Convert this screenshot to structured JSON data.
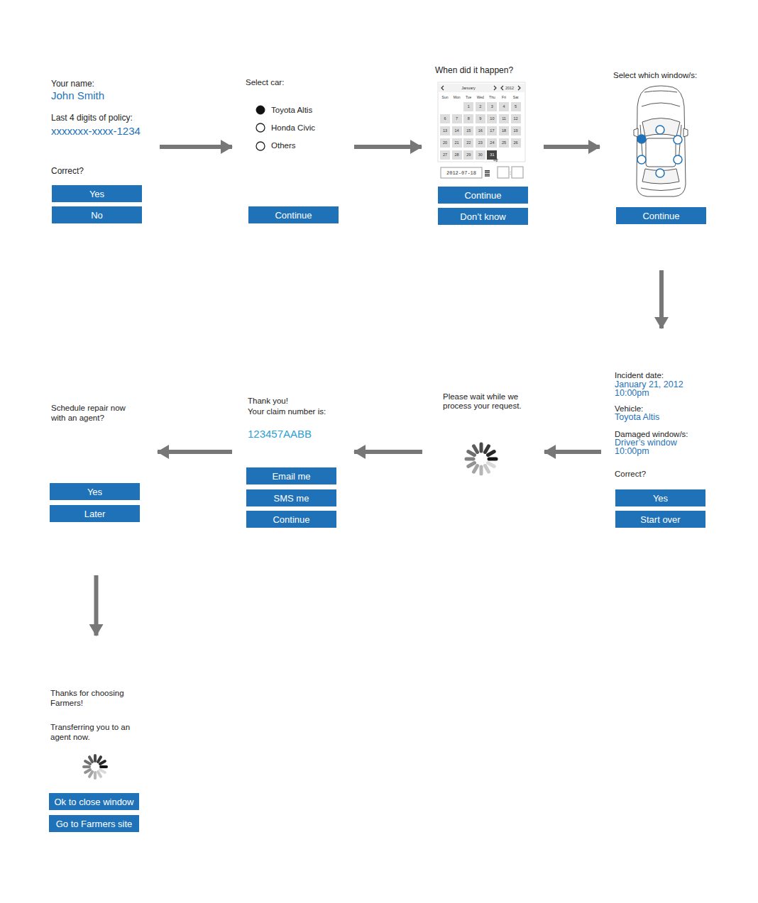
{
  "diagram": {
    "nodes": [
      {
        "text": [
          "Your name:",
          "John Smith",
          "Last 4 digits of policy:",
          "xxxxxxx-xxxx-1234",
          "Correct?"
        ]
      },
      {
        "text": [
          "Yes"
        ],
        "in": 0
      },
      {
        "text": [
          "No"
        ],
        "in": 0
      },
      {
        "text": [
          "Select car:",
          "Toyota Altis",
          "Honda Civic",
          "Others"
        ]
      },
      {
        "text": [
          "Continue"
        ],
        "in": 3
      },
      {
        "text": [
          "When did it happen?"
        ]
      },
      {
        "text": [
          "Continue"
        ],
        "in": 5
      },
      {
        "text": [
          "Don’t know"
        ],
        "in": 5
      },
      {
        "text": [
          "Select which window/s:"
        ]
      },
      {
        "text": [
          "Continue"
        ],
        "in": 8
      },
      {
        "text": [
          "Incident date:",
          "January 21, 2012 10:00pm",
          "Vehicle:",
          "Toyota Altis",
          "Damaged window/s:",
          "Driver’s window 10:00pm",
          "Correct?"
        ]
      },
      {
        "text": [
          "Yes"
        ],
        "in": 10
      },
      {
        "text": [
          "Start over"
        ],
        "in": 10
      },
      {
        "text": [
          "Please wait while we process your request."
        ]
      },
      {
        "text": [
          "Thank you!",
          "Your claim number is:",
          "123457AABB"
        ]
      },
      {
        "text": [
          "Email me"
        ],
        "in": 14
      },
      {
        "text": [
          "SMS me"
        ],
        "in": 14
      },
      {
        "text": [
          "Continue"
        ],
        "in": 14
      },
      {
        "text": [
          "Schedule repair now with an agent?"
        ]
      },
      {
        "text": [
          "Yes"
        ],
        "in": 18
      },
      {
        "text": [
          "Later"
        ],
        "in": 18
      },
      {
        "text": [
          "Thanks for choosing Farmers!",
          "Transferring you to an agent now."
        ]
      },
      {
        "text": [
          "Ok to close window"
        ],
        "in": 21
      },
      {
        "text": [
          "Go to Farmers site"
        ],
        "in": 21
      }
    ],
    "edges": [
      {
        "from": 0,
        "to": 3,
        "arrow": "to"
      },
      {
        "from": 3,
        "to": 5,
        "arrow": "to"
      },
      {
        "from": 5,
        "to": 8,
        "arrow": "to"
      },
      {
        "from": 8,
        "to": 10,
        "arrow": "to"
      },
      {
        "from": 10,
        "to": 13,
        "arrow": "to"
      },
      {
        "from": 13,
        "to": 14,
        "arrow": "to"
      },
      {
        "from": 14,
        "to": 18,
        "arrow": "to"
      },
      {
        "from": 18,
        "to": 21,
        "arrow": "to"
      }
    ],
    "labels": [
      "January",
      "2012",
      "Sun",
      "Mon",
      "Tue",
      "Wed",
      "Thu",
      "Fri",
      "Sat",
      "1",
      "2",
      "3",
      "4",
      "5",
      "6",
      "7",
      "8",
      "9",
      "10",
      "11",
      "12",
      "13",
      "14",
      "15",
      "16",
      "17",
      "18",
      "19",
      "20",
      "21",
      "22",
      "23",
      "24",
      "25",
      "26",
      "27",
      "28",
      "29",
      "30",
      "31",
      "2012-07-18",
      ":"
    ]
  }
}
